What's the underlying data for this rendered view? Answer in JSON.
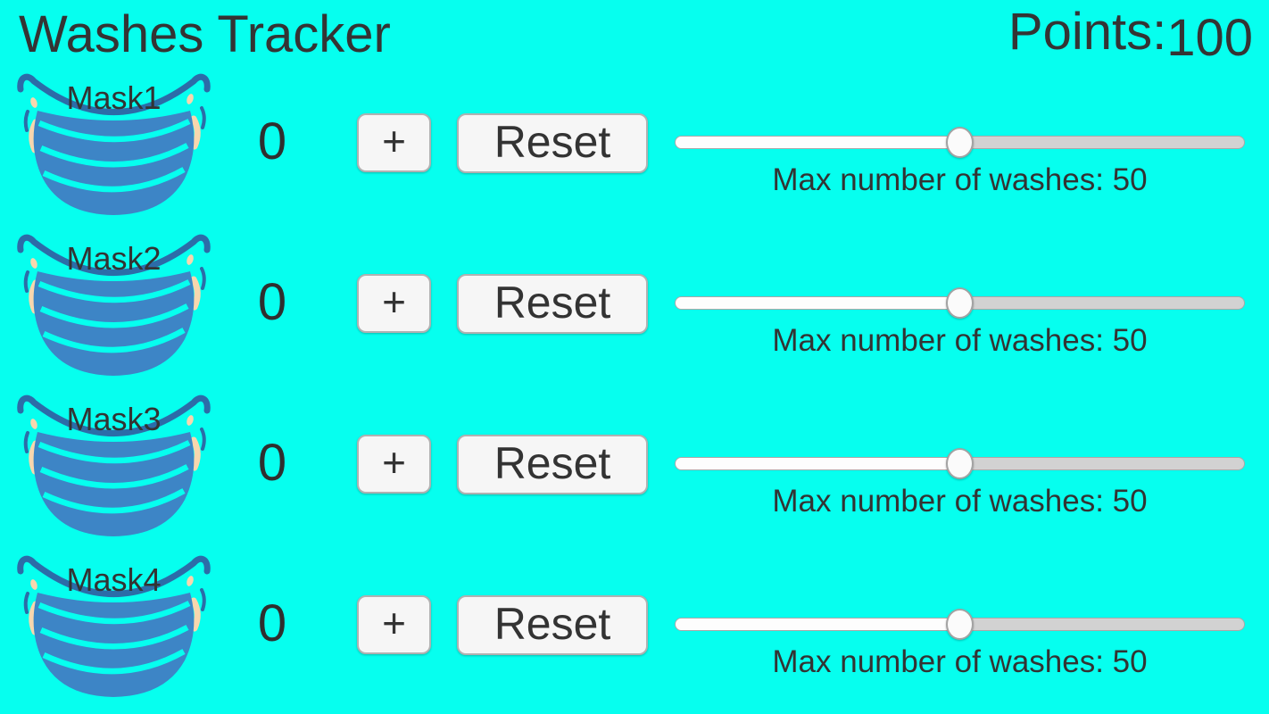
{
  "header": {
    "title": "Washes Tracker",
    "points_label": "Points:",
    "points_value": "100"
  },
  "colors": {
    "background": "#06ffef",
    "mask_fabric_blue": "#3d85c6",
    "mask_strap_blue": "#2c6ca8",
    "ear_skin": "#f7d7ae",
    "text": "#333333",
    "button_background": "#f6f6f6",
    "button_border": "#b1b1b1",
    "slider_track_filled": "#fdfdfd",
    "slider_track_empty": "#d2d2d2"
  },
  "rows": [
    {
      "icon": "face-mask-icon",
      "label": "Mask1",
      "count": "0",
      "increment_label": "+",
      "reset_label": "Reset",
      "slider_value": "50",
      "max_washes_label": "Max number of washes: 50"
    },
    {
      "icon": "face-mask-icon",
      "label": "Mask2",
      "count": "0",
      "increment_label": "+",
      "reset_label": "Reset",
      "slider_value": "50",
      "max_washes_label": "Max number of washes: 50"
    },
    {
      "icon": "face-mask-icon",
      "label": "Mask3",
      "count": "0",
      "increment_label": "+",
      "reset_label": "Reset",
      "slider_value": "50",
      "max_washes_label": "Max number of washes: 50"
    },
    {
      "icon": "face-mask-icon",
      "label": "Mask4",
      "count": "0",
      "increment_label": "+",
      "reset_label": "Reset",
      "slider_value": "50",
      "max_washes_label": "Max number of washes: 50"
    }
  ]
}
